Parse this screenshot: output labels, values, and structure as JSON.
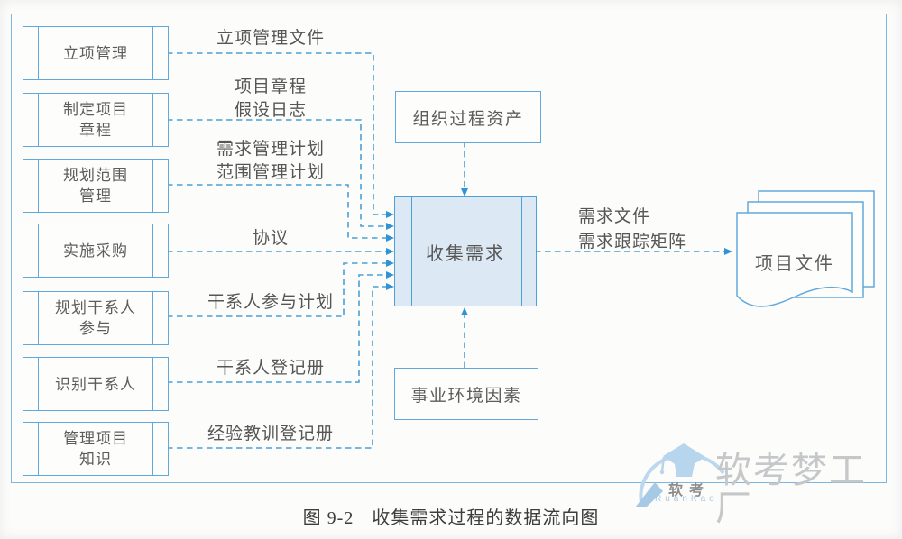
{
  "diagram": {
    "sources": [
      {
        "line1": "立项管理",
        "line2": ""
      },
      {
        "line1": "制定项目",
        "line2": "章程"
      },
      {
        "line1": "规划范围",
        "line2": "管理"
      },
      {
        "line1": "实施采购",
        "line2": ""
      },
      {
        "line1": "规划干系人",
        "line2": "参与"
      },
      {
        "line1": "识别干系人",
        "line2": ""
      },
      {
        "line1": "管理项目",
        "line2": "知识"
      }
    ],
    "edge_labels": [
      {
        "line1": "立项管理文件",
        "line2": ""
      },
      {
        "line1": "项目章程",
        "line2": "假设日志"
      },
      {
        "line1": "需求管理计划",
        "line2": "范围管理计划"
      },
      {
        "line1": "协议",
        "line2": ""
      },
      {
        "line1": "干系人参与计划",
        "line2": ""
      },
      {
        "line1": "干系人登记册",
        "line2": ""
      },
      {
        "line1": "经验教训登记册",
        "line2": ""
      }
    ],
    "top_input": "组织过程资产",
    "bottom_input": "事业环境因素",
    "center_process": "收集需求",
    "output_label_line1": "需求文件",
    "output_label_line2": "需求跟踪矩阵",
    "output_document": "项目文件"
  },
  "caption": {
    "prefix": "图 9-2",
    "title": "收集需求过程的数据流向图"
  },
  "watermark": {
    "brand_text": "软考梦工厂",
    "logo_text": "软考",
    "logo_subtext": "RuanKao"
  },
  "colors": {
    "dashed_line_blue": "#4aa0d8",
    "box_border_blue": "#61a9dc",
    "center_box_fill": "#dce8f3",
    "frame_blue": "#7cb6e1",
    "text_gray": "#5d5d5d"
  }
}
